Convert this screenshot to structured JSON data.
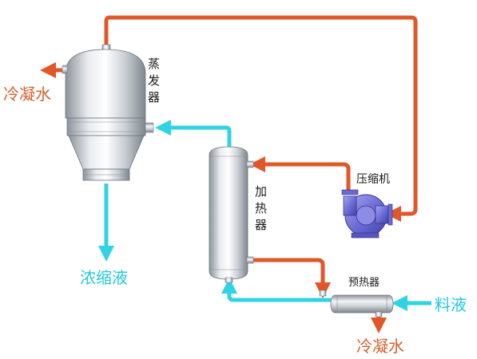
{
  "labels": {
    "evaporator": "蒸发器",
    "heater": "加热器",
    "compressor": "压缩机",
    "preheater": "预热器",
    "condensate_top": "冷凝水",
    "condensate_bottom": "冷凝水",
    "concentrate": "浓缩液",
    "feed": "料液"
  },
  "colors": {
    "steam_line": "#e0572a",
    "liquid_line": "#2fd3e4",
    "vessel_body": "#d9dde2",
    "compressor": "#7070d8"
  }
}
